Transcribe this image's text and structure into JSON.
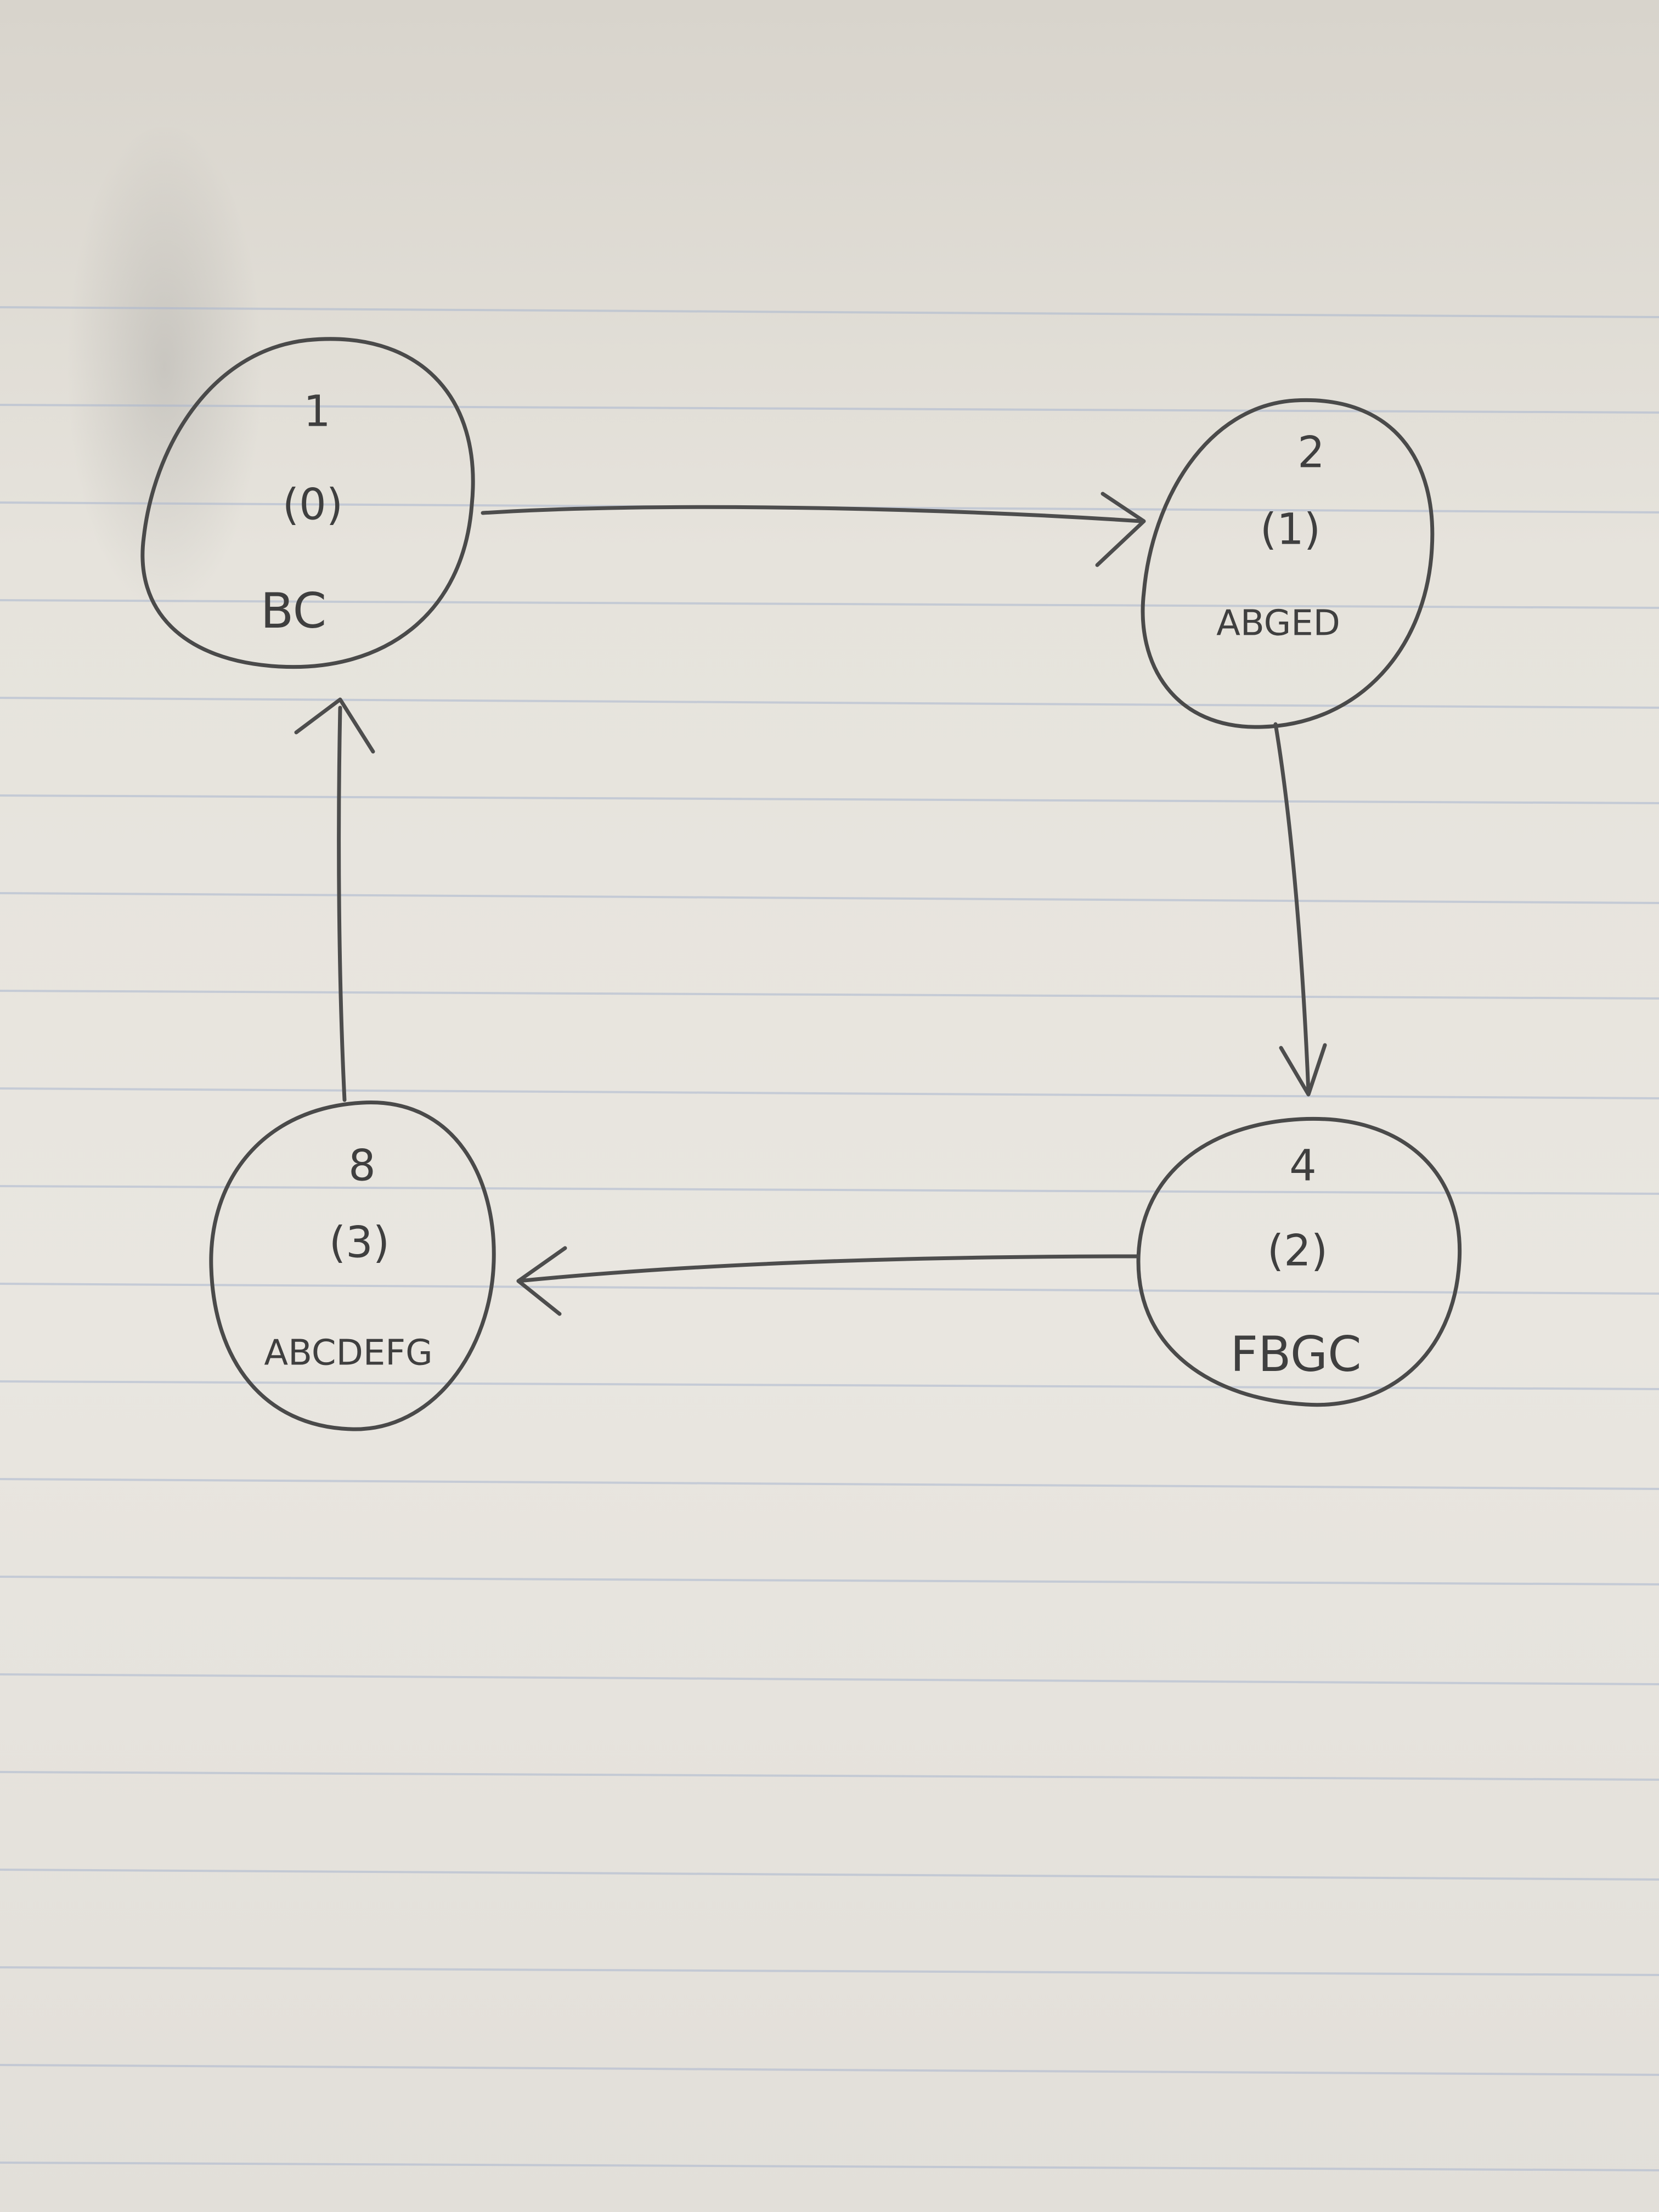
{
  "diagram": {
    "nodes": [
      {
        "id": "1",
        "level": "(0)",
        "label": "BC"
      },
      {
        "id": "2",
        "level": "(1)",
        "label": "ABGED"
      },
      {
        "id": "4",
        "level": "(2)",
        "label": "FBGC"
      },
      {
        "id": "8",
        "level": "(3)",
        "label": "ABCDEFG"
      }
    ],
    "edges": [
      {
        "from": "1",
        "to": "2"
      },
      {
        "from": "2",
        "to": "4"
      },
      {
        "from": "4",
        "to": "8"
      },
      {
        "from": "8",
        "to": "1"
      }
    ],
    "colors": {
      "ink": "#4a4a4a",
      "paper": "#e8e5df",
      "rule_line": "#a9b6cf"
    }
  }
}
